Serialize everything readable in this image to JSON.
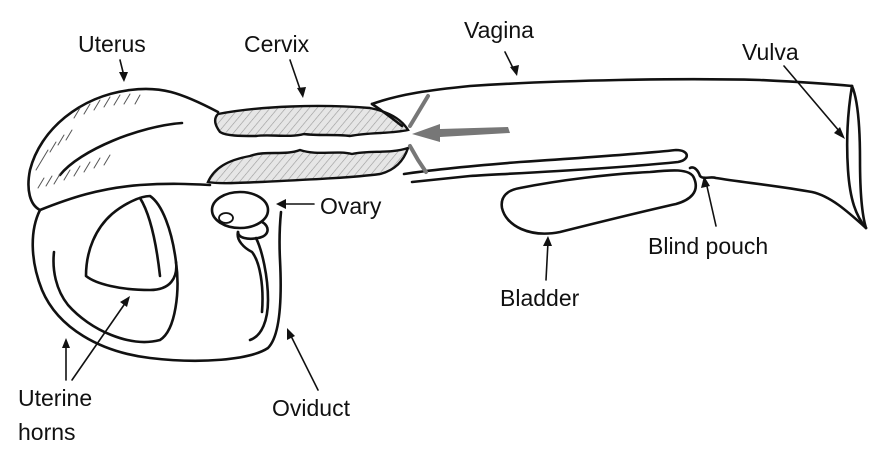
{
  "labels": {
    "uterus": "Uterus",
    "cervix": "Cervix",
    "vagina": "Vagina",
    "vulva": "Vulva",
    "ovary": "Ovary",
    "blind_pouch": "Blind pouch",
    "bladder": "Bladder",
    "oviduct": "Oviduct",
    "uterine_horns_line1": "Uterine",
    "uterine_horns_line2": "horns"
  },
  "colors": {
    "outline": "#111111",
    "cervix_fill": "#c8c8c8",
    "pointer_arrow": "#777777",
    "background": "#ffffff"
  }
}
